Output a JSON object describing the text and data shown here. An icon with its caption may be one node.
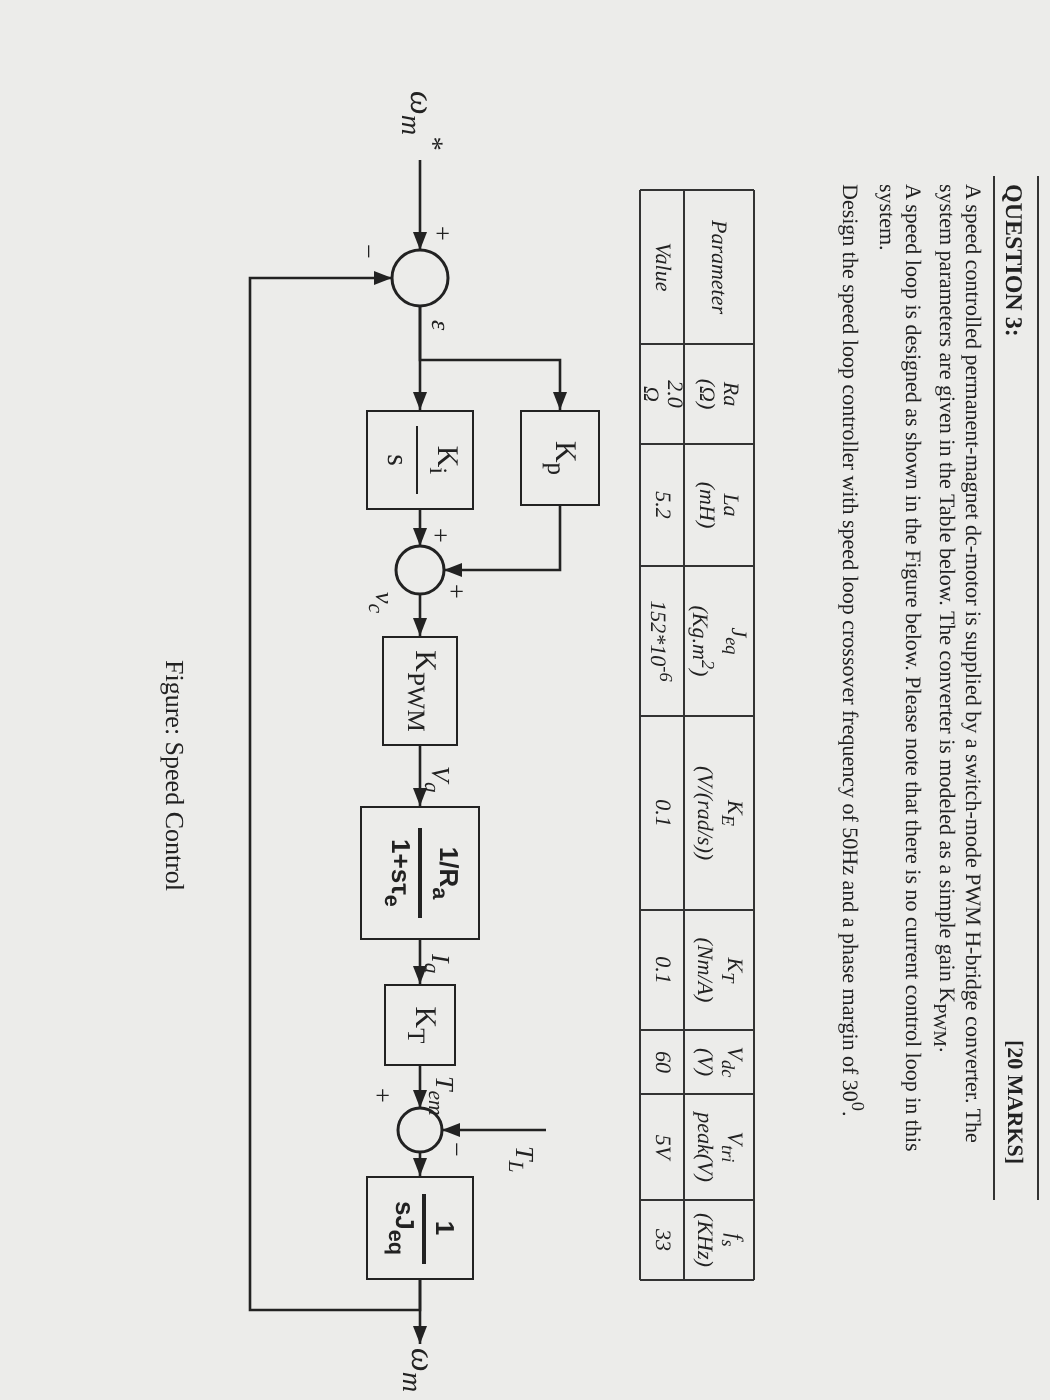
{
  "diagram": {
    "title": "QUESTION 3:",
    "caption": "Figure: Speed Control",
    "nodes": [
      {
        "text": [
          "ω$_{m}$$^{*}$"
        ]
      },
      {
        "text": [],
        "shape": "circle"
      },
      {
        "text": [
          "K$_{p}$"
        ]
      },
      {
        "text": [
          "K$_{i}$",
          "s"
        ]
      },
      {
        "text": [],
        "shape": "circle"
      },
      {
        "text": [
          "K$_{PWM}$"
        ]
      },
      {
        "text": [
          "1/R$_{a}$",
          "1+sτ$_{e}$"
        ]
      },
      {
        "text": [
          "K$_{T}$"
        ]
      },
      {
        "text": [],
        "shape": "circle"
      },
      {
        "text": [
          "1",
          "sJ$_{eq}$"
        ]
      },
      {
        "text": [
          "ω$_{m}$"
        ]
      }
    ],
    "edges": [
      {
        "from": 0,
        "to": 1,
        "arrow": "to"
      },
      {
        "from": 1,
        "to": 3,
        "arrow": "to",
        "label": "ε"
      },
      {
        "from": 1,
        "to": 2,
        "arrow": "to"
      },
      {
        "from": 3,
        "to": 4,
        "arrow": "to"
      },
      {
        "from": 2,
        "to": 4,
        "arrow": "to"
      },
      {
        "from": 4,
        "to": 5,
        "arrow": "to",
        "label": "v$_{c}$"
      },
      {
        "from": 5,
        "to": 6,
        "arrow": "to",
        "label": "V$_{a}$"
      },
      {
        "from": 6,
        "to": 7,
        "arrow": "to",
        "label": "I$_{a}$"
      },
      {
        "from": 7,
        "to": 8,
        "arrow": "to",
        "label": "T$_{em}$"
      },
      {
        "from": null,
        "to": 8,
        "arrow": "to",
        "label": "T$_{L}$"
      },
      {
        "from": 8,
        "to": 9,
        "arrow": "to"
      },
      {
        "from": 9,
        "to": 10,
        "arrow": "to"
      },
      {
        "from": 9,
        "to": 1,
        "arrow": "to"
      }
    ],
    "labels": [
      "[20 MARKS]",
      "A speed controlled permanent-magnet dc-motor is supplied by a switch-mode PWM H-bridge converter. The system parameters are given in the Table below. The converter is modeled as a simple gain K$_{PWM}$.",
      "A speed loop is designed as shown in the Figure below. Please note that there is no current control loop in this system.",
      "Design the speed loop controller with speed loop crossover frequency of 50Hz and a phase margin of 30$^{0}$.",
      "Parameter",
      "Ra (Ω)",
      "La (mH)",
      "J$_{eq}$ (Kg.m$^{2}$)",
      "K$_{E}$ (V/(rad/s))",
      "K$_{T}$ (Nm/A)",
      "V$_{dc}$ (V)",
      "V$_{tri}$ peak(V)",
      "f$_{s}$ (KHz)",
      "Value",
      "2.0 Ω",
      "5.2",
      "152*10$^{-6}$",
      "0.1",
      "0.1",
      "60",
      "5V",
      "33",
      "+",
      "−",
      "+",
      "+",
      "+",
      "−"
    ]
  }
}
